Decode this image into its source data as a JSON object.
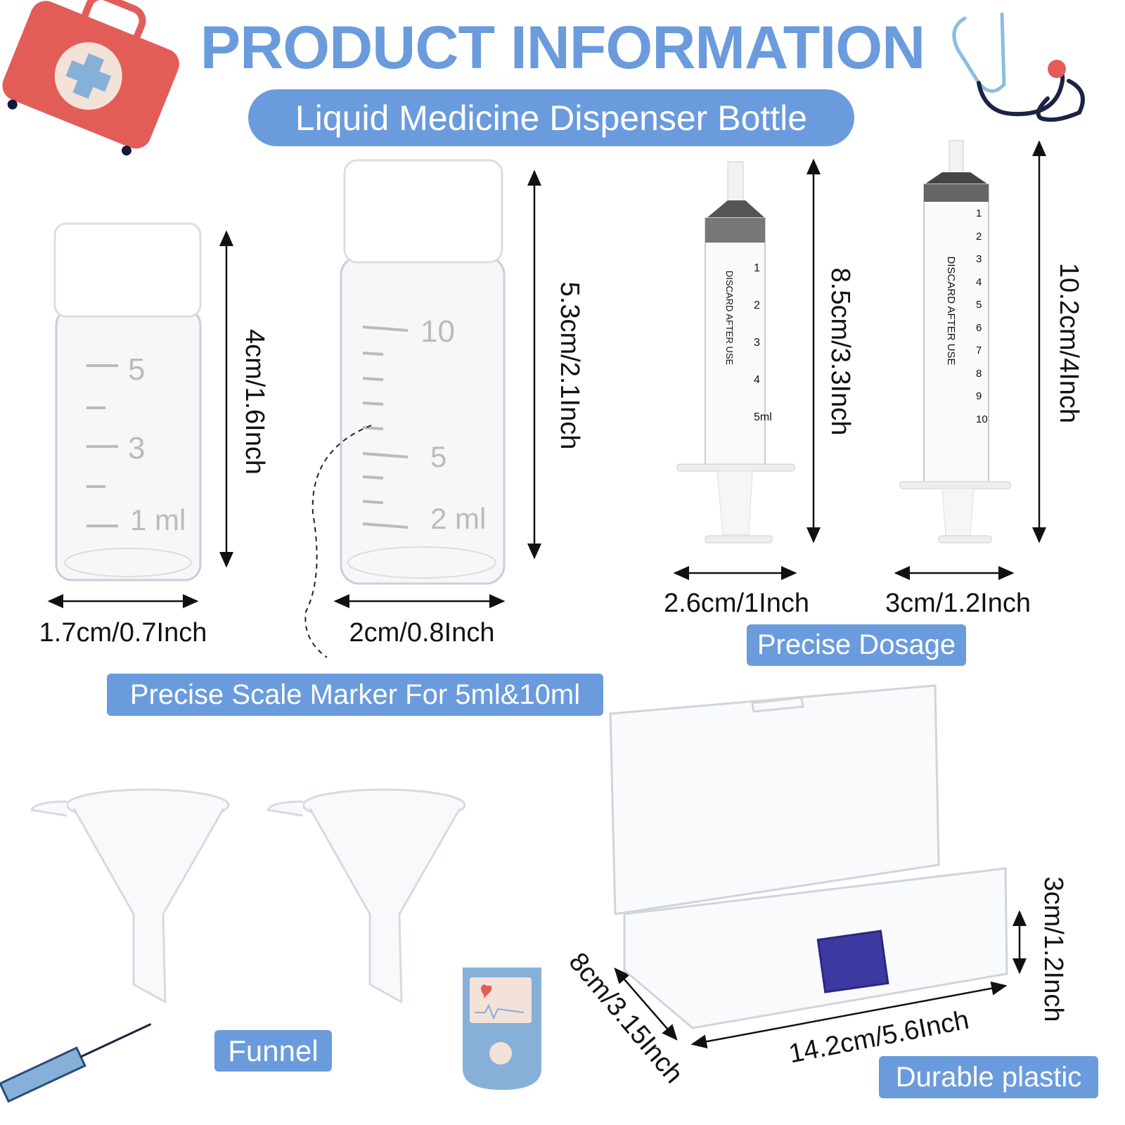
{
  "header": {
    "title": "PRODUCT INFORMATION",
    "subtitle": "Liquid Medicine Dispenser Bottle"
  },
  "vials": [
    {
      "height": "4cm/1.6Inch",
      "width": "1.7cm/0.7Inch",
      "scale": [
        "5",
        "3",
        "1 ml"
      ]
    },
    {
      "height": "5.3cm/2.1Inch",
      "width": "2cm/0.8Inch",
      "scale": [
        "10",
        "5",
        "2 ml"
      ]
    }
  ],
  "syringes": [
    {
      "height": "8.5cm/3.3Inch",
      "width": "2.6cm/1Inch",
      "print": "DISCARD AFTER USE",
      "scale": [
        "1",
        "2",
        "3",
        "4",
        "5ml"
      ]
    },
    {
      "height": "10.2cm/4Inch",
      "width": "3cm/1.2Inch",
      "print": "DISCARD AFTER USE",
      "scale": [
        "1",
        "2",
        "3",
        "4",
        "5",
        "6",
        "7",
        "8",
        "9",
        "10"
      ]
    }
  ],
  "labels": {
    "precise_dosage": "Precise Dosage",
    "scale_marker": "Precise Scale Marker For 5ml&10ml",
    "funnel": "Funnel",
    "durable": "Durable plastic"
  },
  "box": {
    "depth": "8cm/3.15Inch",
    "length": "14.2cm/5.6Inch",
    "height": "3cm/1.2Inch"
  },
  "colors": {
    "accent": "#6a9bdc",
    "kit_red": "#e25d58"
  }
}
